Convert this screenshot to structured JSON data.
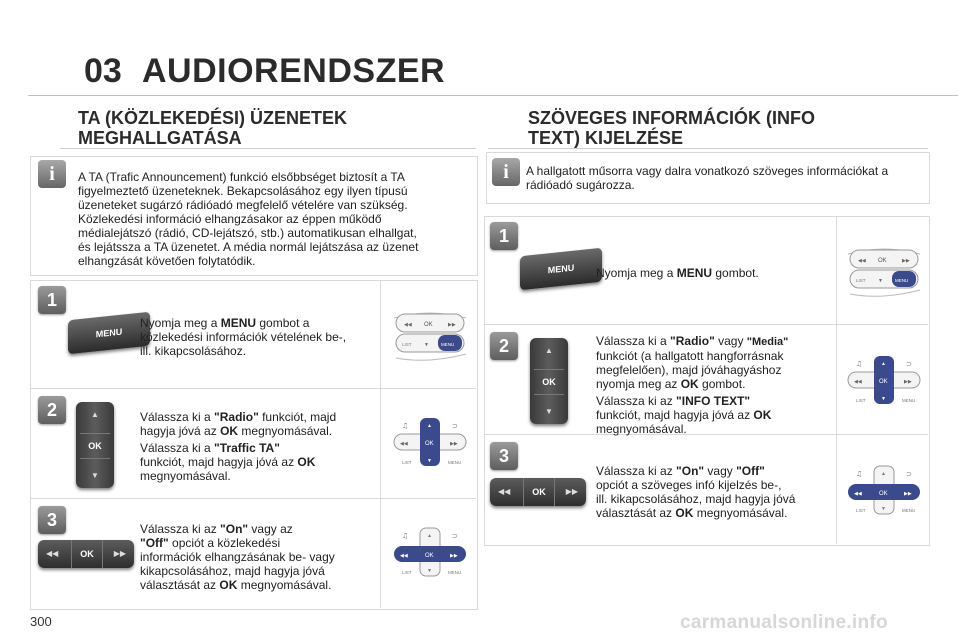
{
  "header": {
    "chapter_number": "03",
    "chapter_title": "AUDIORENDSZER"
  },
  "left": {
    "title_line1": "TA (KÖZLEKEDÉSI) ÜZENETEK",
    "title_line2": "MEGHALLGATÁSA",
    "info_lines": [
      "A TA (Trafic Announcement) funkció elsőbbséget biztosít a TA",
      "figyelmeztető üzeneteknek. Bekapcsolásához egy ilyen típusú",
      "üzeneteket sugárzó rádióadó megfelelő vételére van szükség.",
      "Közlekedési információ elhangzásakor az éppen működő",
      "médialejátszó (rádió, CD-lejátszó, stb.) automatikusan elhallgat,",
      "és lejátssza a TA üzenetet. A média normál lejátszása az üzenet",
      "elhangzását követően folytatódik."
    ],
    "steps": [
      {
        "number": "1",
        "lines": [
          [
            "Nyomja meg a ",
            "MENU",
            " gombot a"
          ],
          [
            "közlekedési információk vételének be-,",
            "",
            ""
          ],
          [
            "ill. kikapcsolásához.",
            "",
            ""
          ]
        ]
      },
      {
        "number": "2",
        "lines": [
          [
            "Válassza ki a ",
            "\"Radio\"",
            " funkciót, majd"
          ],
          [
            "hagyja jóvá az ",
            "OK",
            " megnyomásával."
          ],
          [
            "Válassza ki a ",
            "\"Traffic TA\"",
            ""
          ],
          [
            "funkciót, majd hagyja jóvá az ",
            "OK",
            ""
          ],
          [
            "megnyomásával.",
            "",
            ""
          ]
        ]
      },
      {
        "number": "3",
        "lines": [
          [
            "Válassza ki az ",
            "\"On\"",
            " vagy az"
          ],
          [
            "",
            "\"Off\"",
            " opciót a közlekedési"
          ],
          [
            "információk elhangzásának be- vagy",
            "",
            ""
          ],
          [
            "kikapcsolásához, majd hagyja jóvá",
            "",
            ""
          ],
          [
            "választását az ",
            "OK",
            " megnyomásával."
          ]
        ]
      }
    ]
  },
  "right": {
    "title_line1": "SZÖVEGES INFORMÁCIÓK (INFO",
    "title_line2": "TEXT) KIJELZÉSE",
    "info_lines": [
      "A hallgatott műsorra vagy dalra vonatkozó szöveges információkat a",
      "rádióadó sugározza."
    ],
    "steps": [
      {
        "number": "1",
        "lines": [
          [
            "Nyomja meg a ",
            "MENU",
            " gombot."
          ]
        ]
      },
      {
        "number": "2",
        "lines": [
          [
            "Válassza ki a ",
            "\"Radio\"",
            " vagy "
          ],
          [
            "funkciót (a hallgatott hangforrásnak",
            "",
            ""
          ],
          [
            "megfelelően), majd jóváhagyáshoz",
            "",
            ""
          ],
          [
            "nyomja meg az ",
            "OK",
            " gombot."
          ],
          [
            "Válassza ki az ",
            "\"INFO TEXT\"",
            ""
          ],
          [
            "funkciót, majd hagyja jóvá az ",
            "OK",
            ""
          ],
          [
            "megnyomásával.",
            "",
            ""
          ]
        ],
        "media_label": "\"Media\""
      },
      {
        "number": "3",
        "lines": [
          [
            "Válassza ki az ",
            "\"On\"",
            " vagy "
          ],
          [
            "opciót a szöveges infó kijelzés be-,",
            "",
            ""
          ],
          [
            "ill. kikapcsolásához, majd hagyja jóvá",
            "",
            ""
          ],
          [
            "választását az ",
            "OK",
            " megnyomásával."
          ]
        ],
        "off_label": "\"Off\""
      }
    ]
  },
  "controls": {
    "menu_label": "MENU",
    "ok_label": "OK",
    "list_label": "LIST",
    "up_glyph": "▲",
    "down_glyph": "▼",
    "left_glyph": "◀◀",
    "right_glyph": "▶▶",
    "info_glyph": "i",
    "menu_highlight_color": "#3b4a8c"
  },
  "footer": {
    "page_number": "300",
    "watermark": "carmanualsonline.info"
  }
}
